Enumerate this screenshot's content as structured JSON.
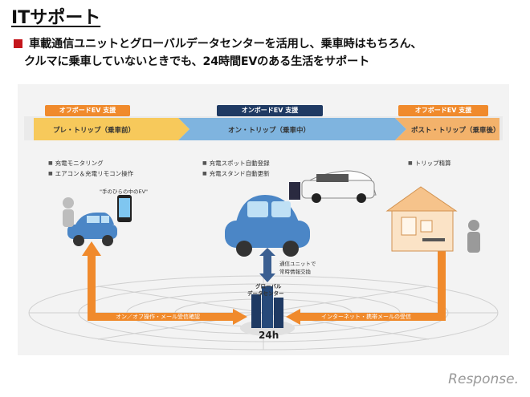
{
  "title": "ITサポート",
  "lead": {
    "line1": "車載通信ユニットとグローバルデータセンターを活用し、乗車時はもちろん、",
    "line2": "クルマに乗車していないときでも、24時間EVのある生活をサポート"
  },
  "diagram": {
    "tags": {
      "left": "オフボードEV 支援",
      "center": "オンボードEV 支援",
      "right": "オフボードEV 支援"
    },
    "phases": {
      "pre": "プレ・トリップ（乗車前）",
      "on": "オン・トリップ（乗車中）",
      "post": "ポスト・トリップ（乗車後）"
    },
    "features": {
      "pre": [
        "充電モニタリング",
        "エアコン＆充電リモコン操作"
      ],
      "on": [
        "充電スポット自動登録",
        "充電スタンド自動更新"
      ],
      "post": [
        "トリップ精算"
      ]
    },
    "phone_caption": "\"手のひらの中のEV\"",
    "comm_label_1": "通信ユニットで",
    "comm_label_2": "常時情報交換",
    "center_label_1": "グローバル",
    "center_label_2": "データセンター",
    "hours": "24h",
    "arrow_left": "オン／オフ操作・メール受信確認",
    "arrow_right": "インターネット・携帯メールの受信"
  },
  "colors": {
    "accent_red": "#c4161c",
    "orange": "#f08a2c",
    "navy": "#1f3a63",
    "car_blue": "#4b86c6"
  },
  "logo": "Response."
}
